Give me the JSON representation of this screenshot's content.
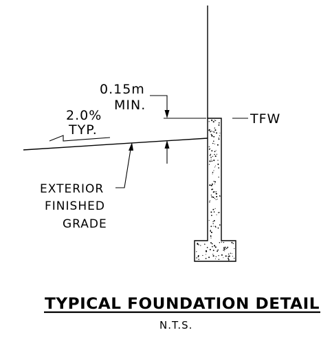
{
  "dimension": {
    "value": "0.15m",
    "qualifier": "MIN."
  },
  "slope": {
    "percent": "2.0%",
    "qualifier": "TYP."
  },
  "wall_label": "TFW",
  "grade_label": {
    "line1": "EXTERIOR",
    "line2": "FINISHED",
    "line3": "GRADE"
  },
  "title": "TYPICAL FOUNDATION DETAIL",
  "subtitle": "N.T.S.",
  "colors": {
    "line": "#000000",
    "background": "#ffffff"
  }
}
